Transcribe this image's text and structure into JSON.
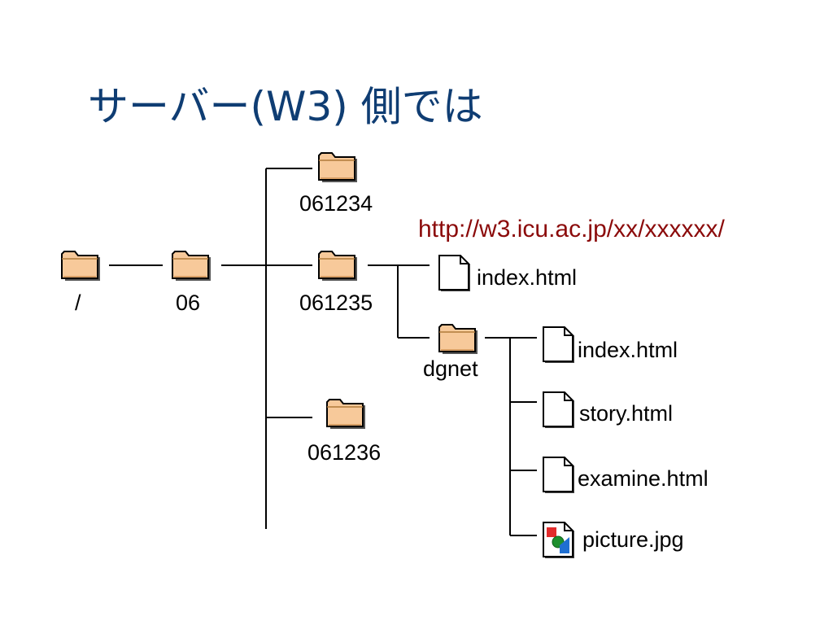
{
  "slide": {
    "title": "サーバー(W3) 側では",
    "url": "http://w3.icu.ac.jp/xx/xxxxxx/"
  },
  "tree": {
    "root": {
      "label": "/",
      "icon": "folder-icon"
    },
    "folder_06": {
      "label": "06",
      "icon": "folder-icon"
    },
    "folder_061234": {
      "label": "061234",
      "icon": "folder-icon"
    },
    "folder_061235": {
      "label": "061235",
      "icon": "folder-icon"
    },
    "folder_061236": {
      "label": "061236",
      "icon": "folder-icon"
    },
    "folder_dgnet": {
      "label": "dgnet",
      "icon": "folder-icon"
    },
    "file_index_061235": {
      "label": "index.html",
      "icon": "document-icon"
    },
    "file_index_dgnet": {
      "label": "index.html",
      "icon": "document-icon"
    },
    "file_story": {
      "label": "story.html",
      "icon": "document-icon"
    },
    "file_examine": {
      "label": "examine.html",
      "icon": "document-icon"
    },
    "file_picture": {
      "label": "picture.jpg",
      "icon": "image-file-icon"
    }
  },
  "colors": {
    "title": "#0f3d73",
    "url": "#8b0a0a",
    "folder_fill": "#f7c99a",
    "lines": "#000000"
  }
}
